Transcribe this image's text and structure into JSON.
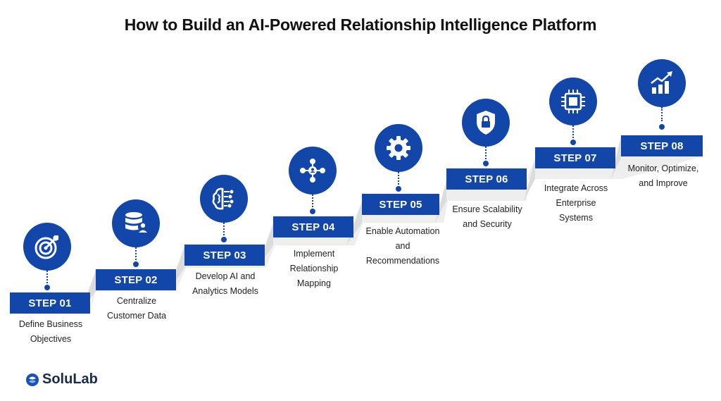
{
  "title": "How to Build an AI-Powered Relationship Intelligence Platform",
  "brand": "SoluLab",
  "steps": [
    {
      "label": "STEP 01",
      "desc": [
        "Define Business",
        "Objectives"
      ],
      "icon": "target-icon"
    },
    {
      "label": "STEP 02",
      "desc": [
        "Centralize",
        "Customer Data"
      ],
      "icon": "database-user-icon"
    },
    {
      "label": "STEP 03",
      "desc": [
        "Develop AI and",
        "Analytics Models"
      ],
      "icon": "brain-circuit-icon"
    },
    {
      "label": "STEP 04",
      "desc": [
        "Implement",
        "Relationship",
        "Mapping"
      ],
      "icon": "network-people-icon"
    },
    {
      "label": "STEP 05",
      "desc": [
        "Enable Automation",
        "and",
        "Recommendations"
      ],
      "icon": "gear-icon"
    },
    {
      "label": "STEP 06",
      "desc": [
        "Ensure Scalability",
        "and Security"
      ],
      "icon": "shield-lock-icon"
    },
    {
      "label": "STEP 07",
      "desc": [
        "Integrate Across",
        "Enterprise",
        "Systems"
      ],
      "icon": "chip-icon"
    },
    {
      "label": "STEP 08",
      "desc": [
        "Monitor, Optimize,",
        "and Improve"
      ],
      "icon": "growth-chart-icon"
    }
  ],
  "colors": {
    "primary": "#1246a8",
    "stair_shadow": "#e6e6e6"
  }
}
